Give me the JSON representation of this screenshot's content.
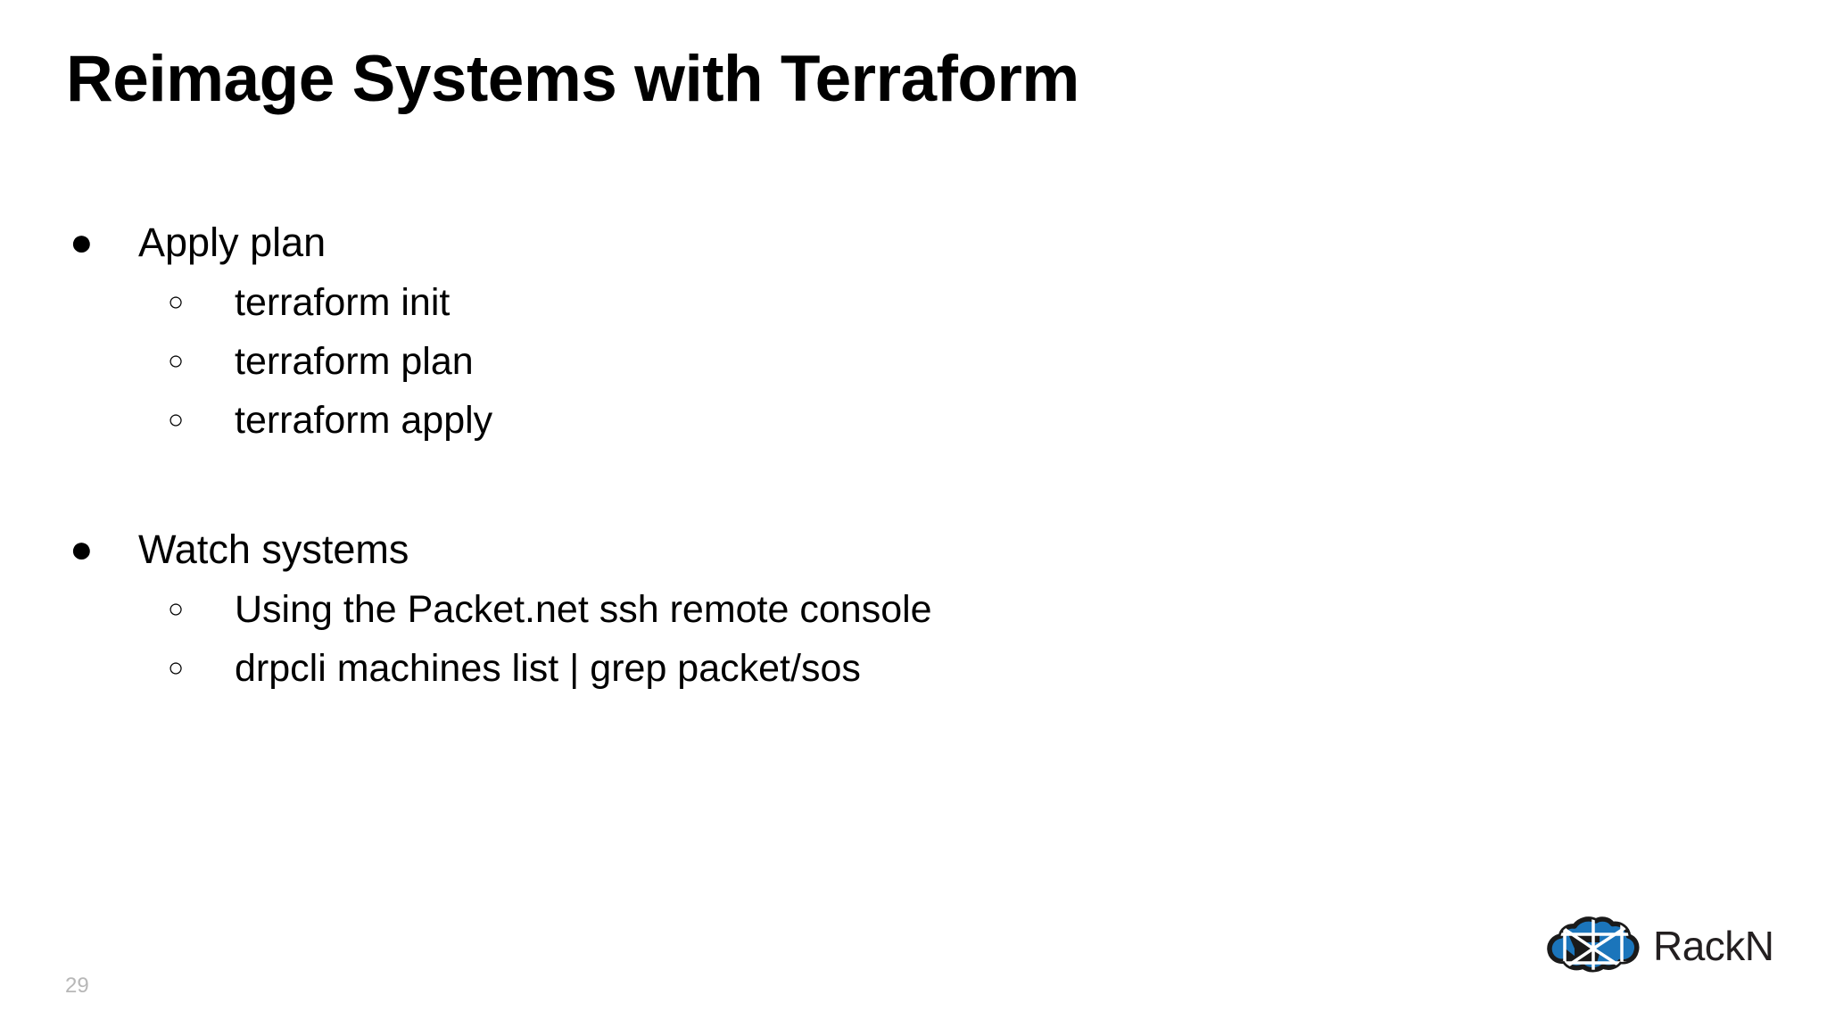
{
  "slide": {
    "background_color": "#ffffff",
    "title": "Reimage Systems with Terraform",
    "page_number": "29",
    "text_color": "#000000",
    "page_number_color": "#b7b7b7"
  },
  "content": {
    "blocks": [
      {
        "level": 1,
        "marker": "●",
        "marker_name": "filled-bullet-icon",
        "text": "Apply plan"
      },
      {
        "level": 2,
        "marker": "○",
        "marker_name": "hollow-bullet-icon",
        "text": "terraform init"
      },
      {
        "level": 2,
        "marker": "○",
        "marker_name": "hollow-bullet-icon",
        "text": "terraform plan"
      },
      {
        "level": 2,
        "marker": "○",
        "marker_name": "hollow-bullet-icon",
        "text": "terraform apply"
      },
      {
        "level": 0,
        "marker": "",
        "marker_name": "blank-line",
        "text": ""
      },
      {
        "level": 1,
        "marker": "●",
        "marker_name": "filled-bullet-icon",
        "text": "Watch systems"
      },
      {
        "level": 2,
        "marker": "○",
        "marker_name": "hollow-bullet-icon",
        "text": "Using the Packet.net ssh remote console"
      },
      {
        "level": 2,
        "marker": "○",
        "marker_name": "hollow-bullet-icon",
        "text": "drpcli machines list | grep packet/sos"
      }
    ]
  },
  "logo": {
    "wordmark": "RackN",
    "mark_name": "rackn-cloud-icon",
    "cloud_blue": "#1b75bb",
    "cloud_outline": "#1a1a1a",
    "wordmark_color": "#231f20"
  }
}
